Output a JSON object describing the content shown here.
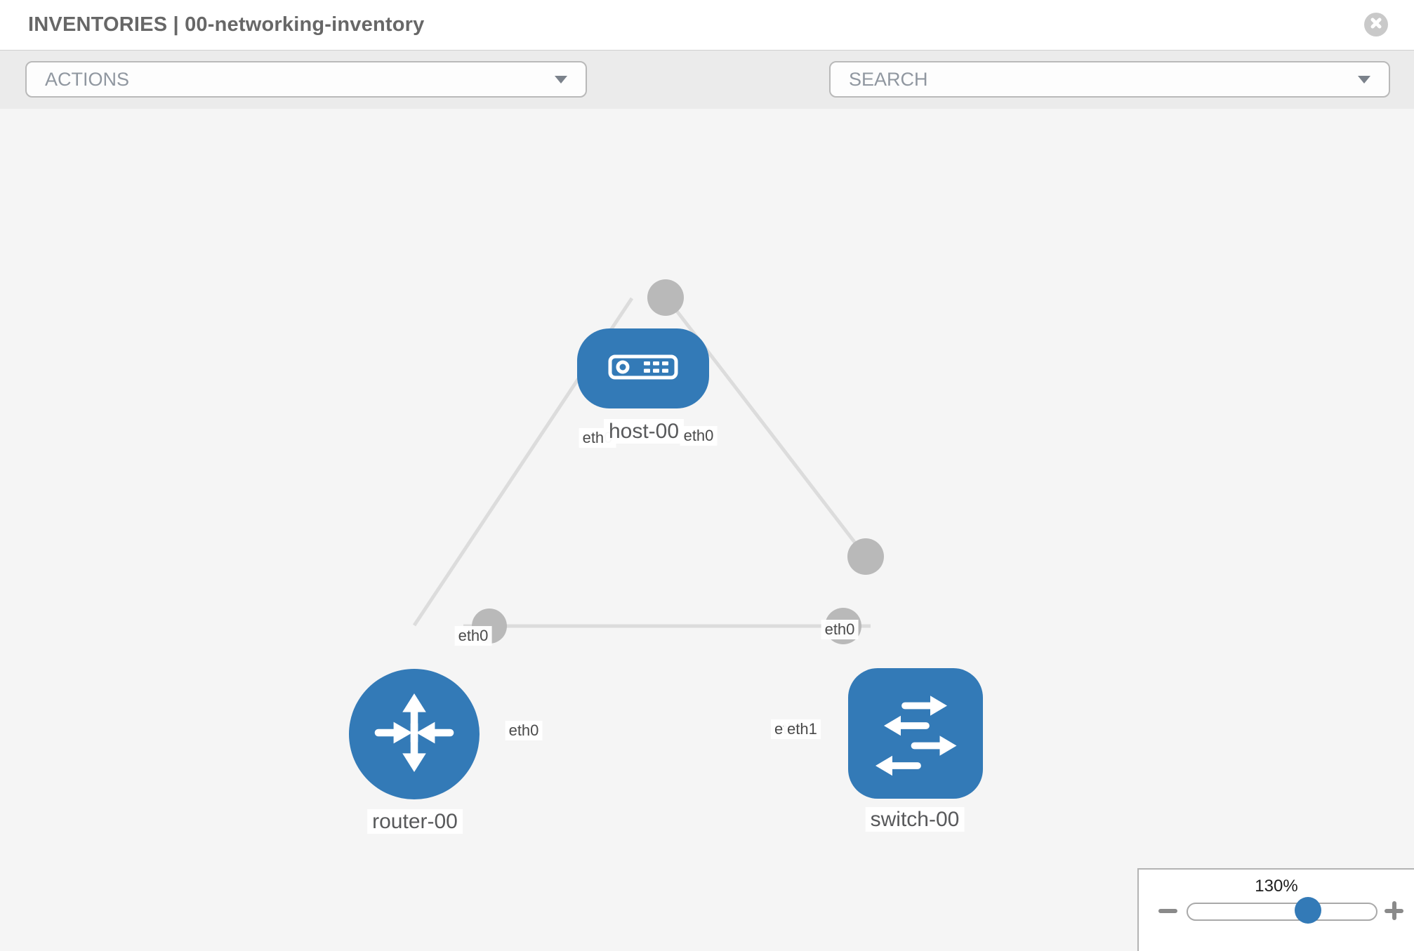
{
  "header": {
    "title": "INVENTORIES | 00-networking-inventory"
  },
  "toolbar": {
    "actions_label": "ACTIONS",
    "search_placeholder": "SEARCH"
  },
  "icons": {
    "close": "x-circle-icon",
    "wrench": "wrench-icon",
    "key": "key-icon",
    "dropdown": "chevron-down-icon",
    "zoom_out": "minus-icon",
    "zoom_in": "plus-icon"
  },
  "topology": {
    "nodes": [
      {
        "label": "host-00",
        "type": "host",
        "shape": "rounded-rect",
        "icon": "server-icon"
      },
      {
        "label": "router-00",
        "type": "router",
        "shape": "circle",
        "icon": "router-arrows-icon"
      },
      {
        "label": "switch-00",
        "type": "switch",
        "shape": "rounded-square",
        "icon": "switch-arrows-icon"
      }
    ],
    "links": [
      {
        "from": "host-00",
        "from_if": "eth0",
        "to": "router-00",
        "to_if": "eth0"
      },
      {
        "from": "host-00",
        "from_if": "eth0",
        "to": "switch-00",
        "to_if": "eth0"
      },
      {
        "from": "router-00",
        "from_if": "eth0",
        "to": "switch-00",
        "to_if": "eth1"
      }
    ],
    "labels": {
      "host": "host-00",
      "router": "router-00",
      "switch": "switch-00",
      "host_if_left": "eth0",
      "host_if_right": "eth0",
      "host_router_link_if": "eth0",
      "host_switch_link_if": "eth0",
      "router_if": "eth0",
      "switch_if_back": "eth0",
      "switch_if_front": "eth1"
    }
  },
  "zoom_control": {
    "level": "130%"
  },
  "colors": {
    "node_blue": "#337ab7",
    "link_gray": "#dcdcdc",
    "connector_gray": "#b9b9b9",
    "canvas_bg": "#f5f5f5",
    "toolbar_bg": "#ebebeb"
  }
}
